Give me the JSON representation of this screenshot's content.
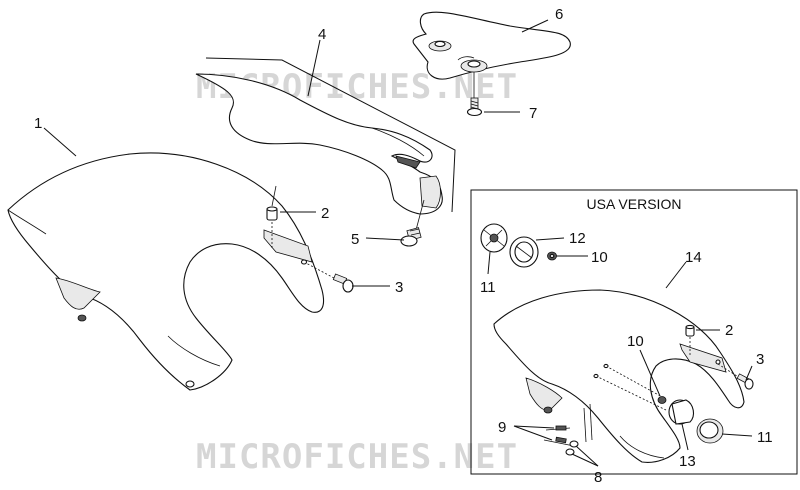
{
  "watermark": "MICROFICHES.NET",
  "usa_box": {
    "title": "USA VERSION"
  },
  "callouts": [
    {
      "id": "c1",
      "label": "1"
    },
    {
      "id": "c2",
      "label": "2"
    },
    {
      "id": "c3",
      "label": "3"
    },
    {
      "id": "c4",
      "label": "4"
    },
    {
      "id": "c5",
      "label": "5"
    },
    {
      "id": "c6",
      "label": "6"
    },
    {
      "id": "c7",
      "label": "7"
    },
    {
      "id": "c12",
      "label": "12"
    },
    {
      "id": "c10a",
      "label": "10"
    },
    {
      "id": "c11a",
      "label": "11"
    },
    {
      "id": "c14",
      "label": "14"
    },
    {
      "id": "c2b",
      "label": "2"
    },
    {
      "id": "c3b",
      "label": "3"
    },
    {
      "id": "c10b",
      "label": "10"
    },
    {
      "id": "c9",
      "label": "9"
    },
    {
      "id": "c8",
      "label": "8"
    },
    {
      "id": "c13",
      "label": "13"
    },
    {
      "id": "c11b",
      "label": "11"
    }
  ]
}
